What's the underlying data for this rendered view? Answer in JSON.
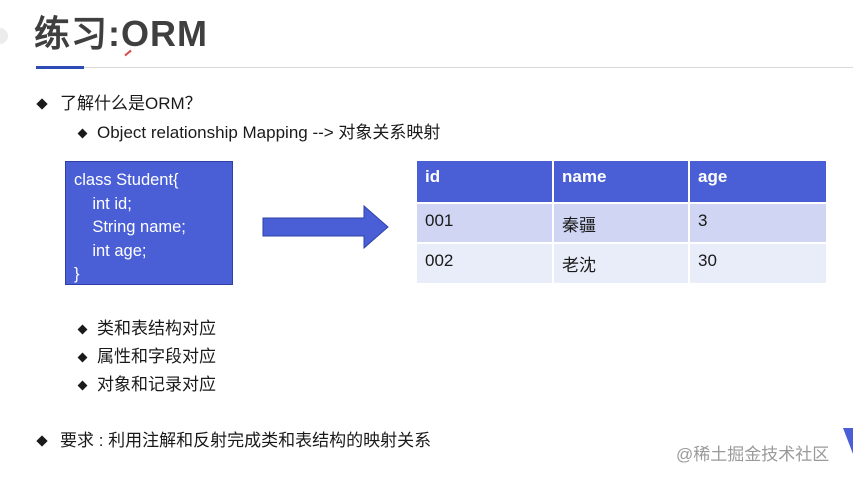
{
  "slide": {
    "title": "练习:ORM",
    "bullets": [
      "了解什么是ORM？",
      "Object relationship Mapping --> 对象关系映射"
    ],
    "class_code": [
      "class Student{",
      "    int id;",
      "    String name;",
      "    int age;",
      "}"
    ],
    "table": {
      "columns": [
        "id",
        "name",
        "age"
      ],
      "rows": [
        [
          "001",
          "秦疆",
          "3"
        ],
        [
          "002",
          "老沈",
          "30"
        ]
      ]
    },
    "mapping_points": [
      "类和表结构对应",
      "属性和字段对应",
      "对象和记录对应"
    ],
    "requirement": "要求 : 利用注解和反射完成类和表结构的映射关系"
  },
  "watermark": "@稀土掘金技术社区",
  "colors": {
    "accent": "#4a5fd6",
    "row_odd": "#cfd5f3",
    "row_even": "#e9ecf9"
  }
}
